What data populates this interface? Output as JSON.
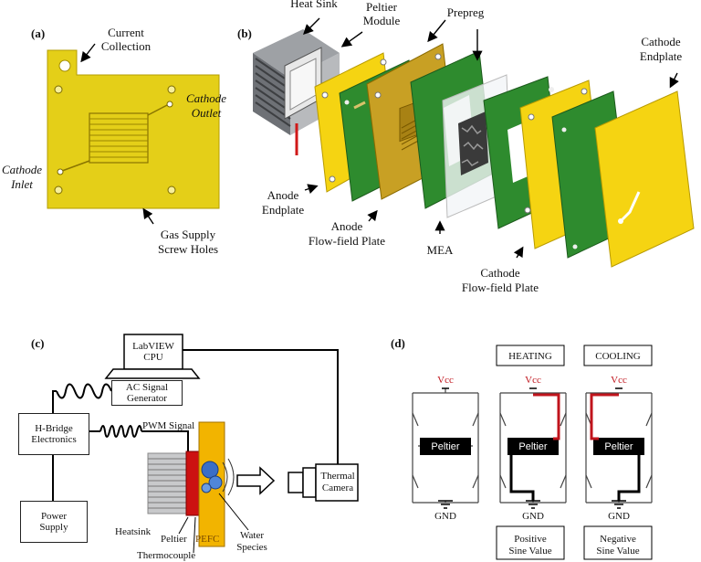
{
  "panel_a": {
    "label": "(a)",
    "current_collection": [
      "Current",
      "Collection"
    ],
    "cathode_outlet": [
      "Cathode",
      "Outlet"
    ],
    "cathode_inlet": [
      "Cathode",
      "Inlet"
    ],
    "gas_supply": [
      "Gas Supply",
      "Screw Holes"
    ]
  },
  "panel_b": {
    "label": "(b)",
    "heat_sink": "Heat Sink",
    "peltier_module": [
      "Peltier",
      "Module"
    ],
    "prepreg": "Prepreg",
    "cathode_endplate": [
      "Cathode",
      "Endplate"
    ],
    "anode_endplate": [
      "Anode",
      "Endplate"
    ],
    "anode_flowfield": [
      "Anode",
      "Flow-field Plate"
    ],
    "mea": "MEA",
    "cathode_flowfield": [
      "Cathode",
      "Flow-field Plate"
    ]
  },
  "panel_c": {
    "label": "(c)",
    "labview": [
      "LabVIEW",
      "CPU"
    ],
    "ac_signal": [
      "AC Signal",
      "Generator"
    ],
    "hbridge": [
      "H-Bridge",
      "Electronics"
    ],
    "pwm": "PWM Signal",
    "power_supply": [
      "Power",
      "Supply"
    ],
    "heatsink": "Heatsink",
    "peltier": "Peltier",
    "pefc": "PEFC",
    "water": [
      "Water",
      "Species"
    ],
    "thermocouple": "Thermocouple",
    "thermal_camera": [
      "Thermal",
      "Camera"
    ]
  },
  "panel_d": {
    "label": "(d)",
    "heating": "HEATING",
    "cooling": "COOLING",
    "vcc": "Vcc",
    "gnd": "GND",
    "peltier": "Peltier",
    "positive": [
      "Positive",
      "Sine Value"
    ],
    "negative": [
      "Negative",
      "Sine Value"
    ]
  },
  "colors": {
    "plate_yellow": "#e4cf18",
    "plate_green": "#2e8b2e",
    "endplate_yellow": "#f5d412",
    "peltier_red": "#cc1111",
    "pefc_orange": "#f2b400",
    "circuit_red": "#c0141c"
  }
}
